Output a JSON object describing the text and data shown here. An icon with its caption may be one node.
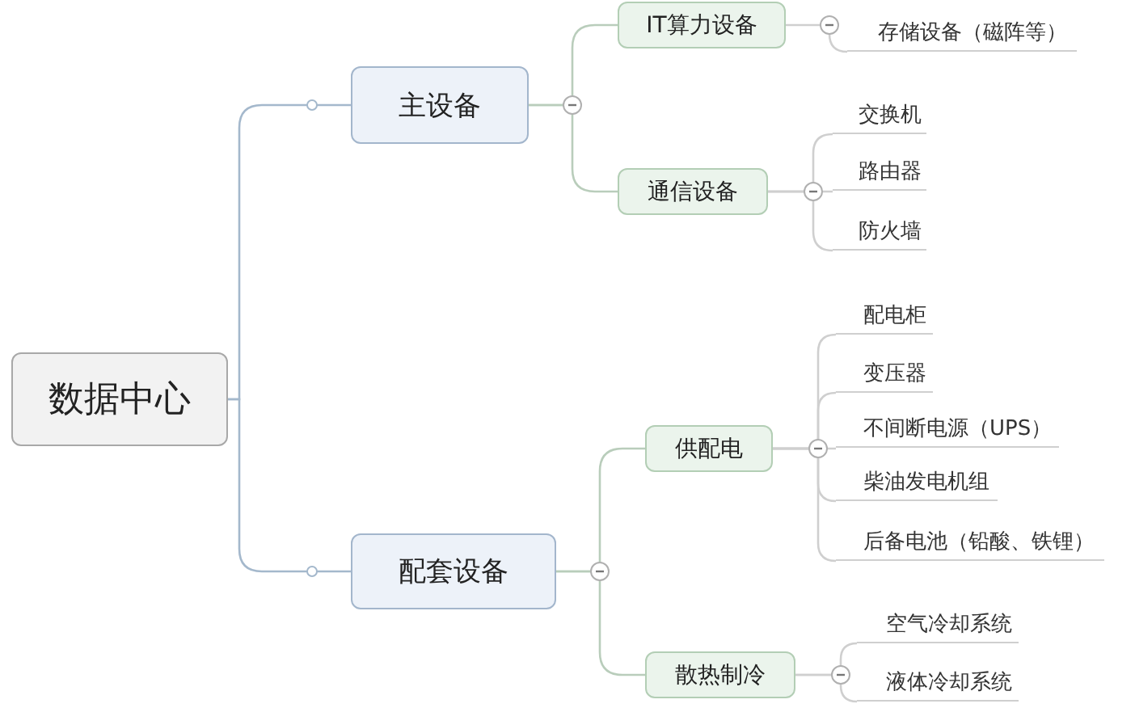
{
  "diagram": {
    "nodes": [
      {
        "text": [
          "数据中心"
        ]
      },
      {
        "text": [
          "主设备"
        ]
      },
      {
        "text": [
          "配套设备"
        ]
      },
      {
        "text": [
          "IT算力设备"
        ]
      },
      {
        "text": [
          "存储设备（磁阵等）"
        ]
      },
      {
        "text": [
          "通信设备"
        ]
      },
      {
        "text": [
          "交换机"
        ]
      },
      {
        "text": [
          "路由器"
        ]
      },
      {
        "text": [
          "防火墙"
        ]
      },
      {
        "text": [
          "供配电"
        ]
      },
      {
        "text": [
          "配电柜"
        ]
      },
      {
        "text": [
          "变压器"
        ]
      },
      {
        "text": [
          "不间断电源（UPS）"
        ]
      },
      {
        "text": [
          "柴油发电机组"
        ]
      },
      {
        "text": [
          "后备电池（铅酸、铁锂）"
        ]
      },
      {
        "text": [
          "散热制冷"
        ]
      },
      {
        "text": [
          "空气冷却系统"
        ]
      },
      {
        "text": [
          "液体冷却系统"
        ]
      }
    ],
    "edges": [
      {
        "from": 0,
        "to": 1,
        "arrow": "none"
      },
      {
        "from": 0,
        "to": 2,
        "arrow": "none"
      },
      {
        "from": 1,
        "to": 3,
        "arrow": "none"
      },
      {
        "from": 1,
        "to": 5,
        "arrow": "none"
      },
      {
        "from": 3,
        "to": 4,
        "arrow": "none"
      },
      {
        "from": 5,
        "to": 6,
        "arrow": "none"
      },
      {
        "from": 5,
        "to": 7,
        "arrow": "none"
      },
      {
        "from": 5,
        "to": 8,
        "arrow": "none"
      },
      {
        "from": 2,
        "to": 9,
        "arrow": "none"
      },
      {
        "from": 2,
        "to": 15,
        "arrow": "none"
      },
      {
        "from": 9,
        "to": 10,
        "arrow": "none"
      },
      {
        "from": 9,
        "to": 11,
        "arrow": "none"
      },
      {
        "from": 9,
        "to": 12,
        "arrow": "none"
      },
      {
        "from": 9,
        "to": 13,
        "arrow": "none"
      },
      {
        "from": 9,
        "to": 14,
        "arrow": "none"
      },
      {
        "from": 15,
        "to": 16,
        "arrow": "none"
      },
      {
        "from": 15,
        "to": 17,
        "arrow": "none"
      }
    ]
  }
}
